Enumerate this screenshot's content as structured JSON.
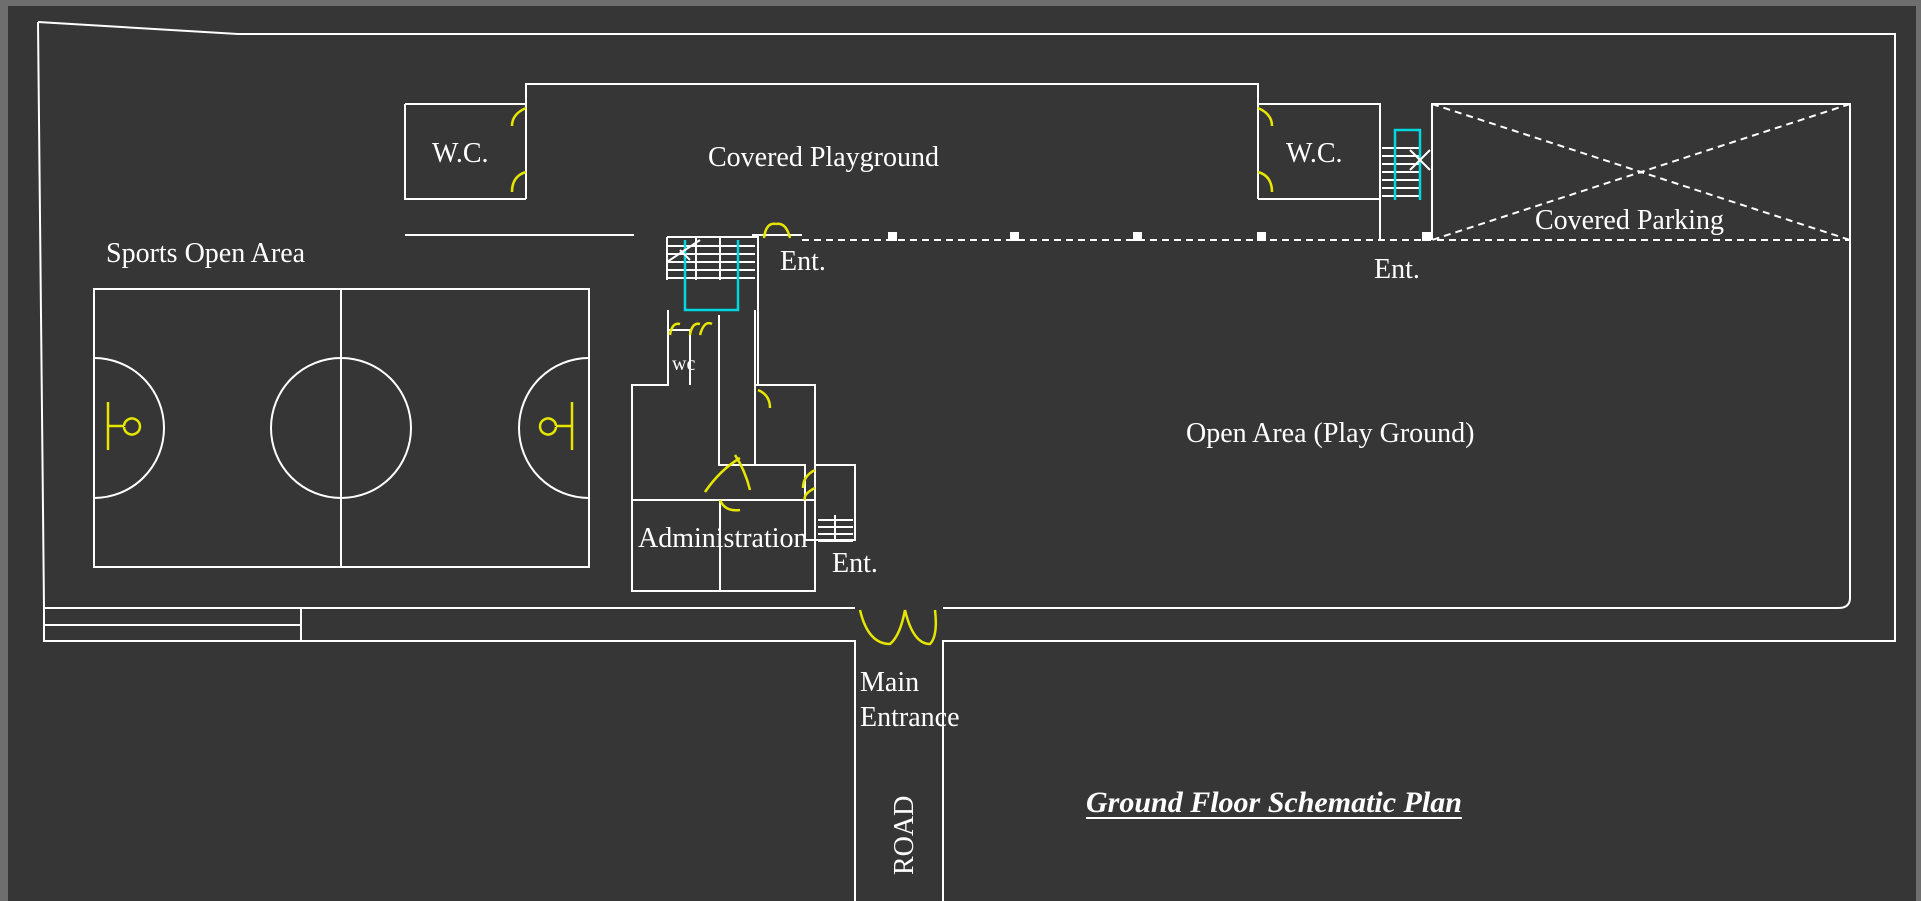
{
  "drawing": {
    "title": "Ground Floor Schematic Plan",
    "colors": {
      "background": "#363636",
      "frame": "#6e6e6e",
      "lines": "#ffffff",
      "doors": "#e6e600",
      "stair_rails": "#00d8e0"
    },
    "labels": {
      "wc_left": "W.C.",
      "covered_playground": "Covered Playground",
      "wc_right": "W.C.",
      "covered_parking": "Covered Parking",
      "sports_open_area": "Sports Open Area",
      "ent_stair": "Ent.",
      "ent_right": "Ent.",
      "wc_small": "wc",
      "open_area": "Open Area (Play Ground)",
      "administration": "Administration",
      "ent_admin": "Ent.",
      "main": "Main",
      "entrance": "Entrance",
      "road": "ROAD"
    }
  }
}
